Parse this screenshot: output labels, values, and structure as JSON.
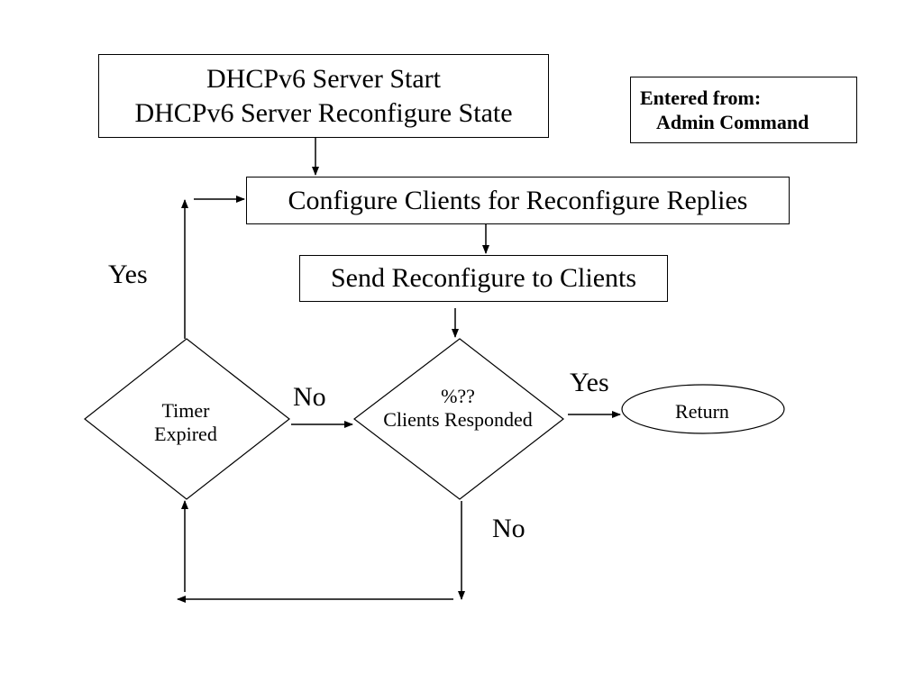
{
  "start_box": {
    "line1": "DHCPv6 Server Start",
    "line2": "DHCPv6 Server Reconfigure State"
  },
  "entered_box": {
    "line1": "Entered from:",
    "line2": "Admin  Command"
  },
  "configure_box": {
    "label": "Configure Clients for Reconfigure Replies"
  },
  "send_box": {
    "label": "Send Reconfigure to Clients"
  },
  "timer_decision": {
    "line1": "Timer",
    "line2": "Expired"
  },
  "clients_decision": {
    "line1": "%??",
    "line2": "Clients Responded"
  },
  "return_node": {
    "label": "Return"
  },
  "edge_labels": {
    "yes_left": "Yes",
    "no_middle": "No",
    "yes_right": "Yes",
    "no_bottom": "No"
  }
}
